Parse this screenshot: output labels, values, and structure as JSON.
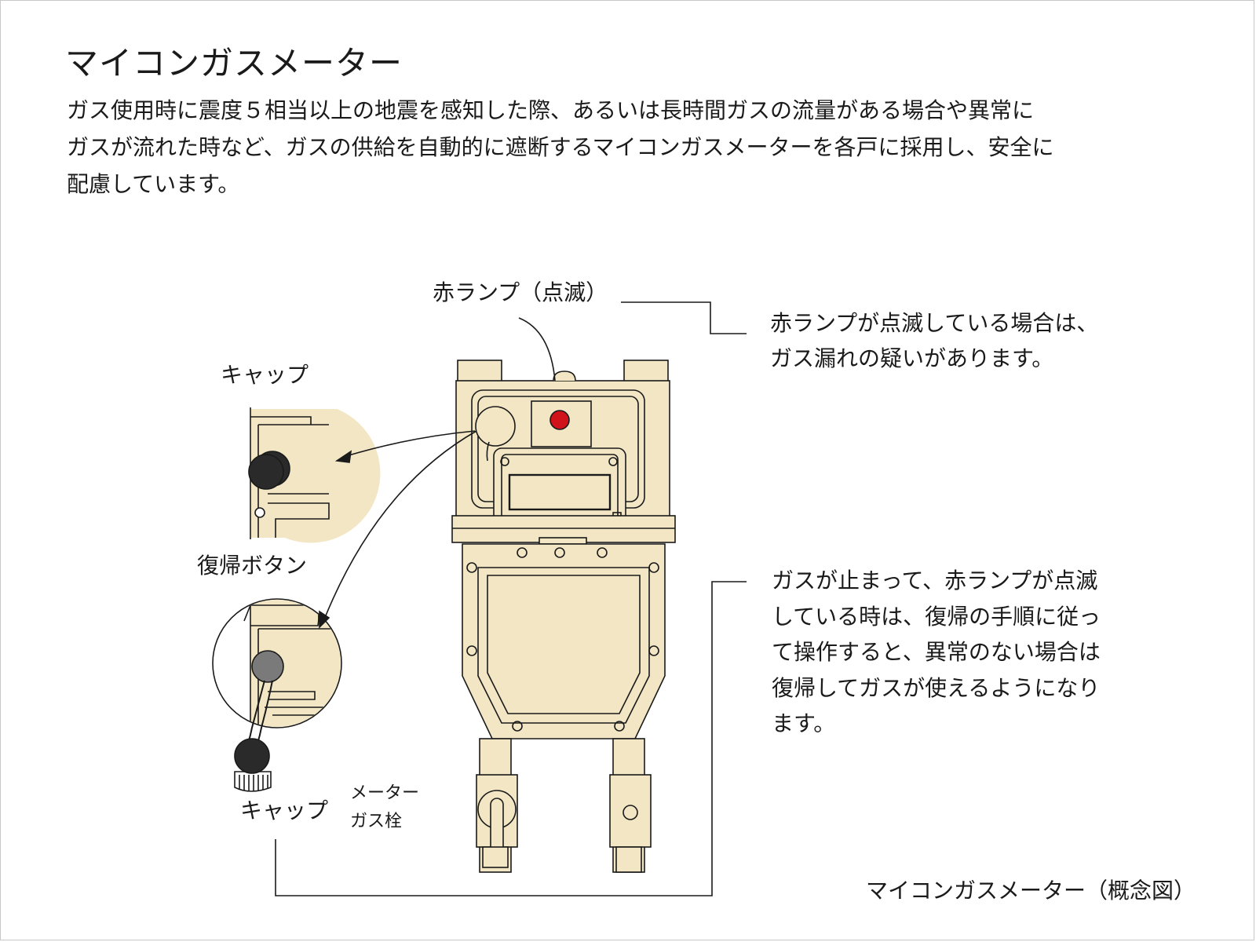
{
  "header": {
    "title": "マイコンガスメーター",
    "description": "ガス使用時に震度５相当以上の地震を感知した際、あるいは長時間ガスの流量がある場合や異常に\nガスが流れた時など、ガスの供給を自動的に遮断するマイコンガスメーターを各戸に採用し、安全に\n配慮しています。"
  },
  "diagram": {
    "labels": {
      "red_lamp": "赤ランプ（点滅）",
      "cap_top": "キャップ",
      "reset_button": "復帰ボタン",
      "cap_bottom": "キャップ",
      "meter_gas_cock": "メーター\nガス栓"
    },
    "notes": {
      "lamp_note": "赤ランプが点滅している場合は、\nガス漏れの疑いがあります。",
      "reset_note": "ガスが止まって、赤ランプが点滅\nしている時は、復帰の手順に従っ\nて操作すると、異常のない場合は\n復帰してガスが使えるようになり\nます。"
    },
    "caption": "マイコンガスメーター（概念図）",
    "colors": {
      "meter_fill": "#f2e6c4",
      "outline": "#1a1a1a",
      "lamp": "#d0121b",
      "cap": "#2a2a2a",
      "button": "#7a7a7a"
    }
  }
}
